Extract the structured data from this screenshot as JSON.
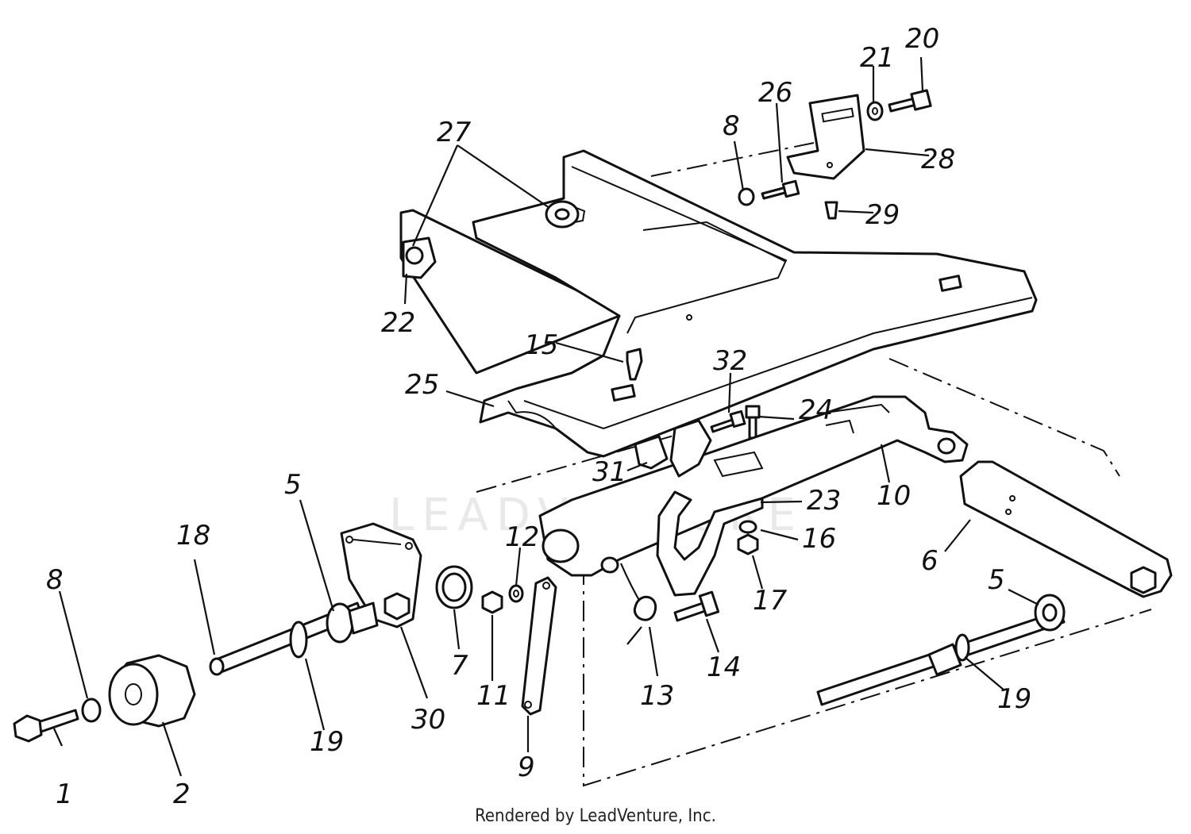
{
  "watermark": "LEADVENTURE",
  "footer": "Rendered by LeadVenture, Inc.",
  "callouts": [
    {
      "id": "c1",
      "label": "1"
    },
    {
      "id": "c2",
      "label": "2"
    },
    {
      "id": "c8a",
      "label": "8"
    },
    {
      "id": "c18",
      "label": "18"
    },
    {
      "id": "c5a",
      "label": "5"
    },
    {
      "id": "c19a",
      "label": "19"
    },
    {
      "id": "c30",
      "label": "30"
    },
    {
      "id": "c7",
      "label": "7"
    },
    {
      "id": "c11",
      "label": "11"
    },
    {
      "id": "c12",
      "label": "12"
    },
    {
      "id": "c9",
      "label": "9"
    },
    {
      "id": "c13",
      "label": "13"
    },
    {
      "id": "c14",
      "label": "14"
    },
    {
      "id": "c17",
      "label": "17"
    },
    {
      "id": "c16",
      "label": "16"
    },
    {
      "id": "c23",
      "label": "23"
    },
    {
      "id": "c10",
      "label": "10"
    },
    {
      "id": "c31",
      "label": "31"
    },
    {
      "id": "c24",
      "label": "24"
    },
    {
      "id": "c32",
      "label": "32"
    },
    {
      "id": "c25",
      "label": "25"
    },
    {
      "id": "c15",
      "label": "15"
    },
    {
      "id": "c22",
      "label": "22"
    },
    {
      "id": "c27",
      "label": "27"
    },
    {
      "id": "c8b",
      "label": "8"
    },
    {
      "id": "c26",
      "label": "26"
    },
    {
      "id": "c21",
      "label": "21"
    },
    {
      "id": "c20",
      "label": "20"
    },
    {
      "id": "c28",
      "label": "28"
    },
    {
      "id": "c29",
      "label": "29"
    },
    {
      "id": "c6",
      "label": "6"
    },
    {
      "id": "c5b",
      "label": "5"
    },
    {
      "id": "c19b",
      "label": "19"
    }
  ]
}
